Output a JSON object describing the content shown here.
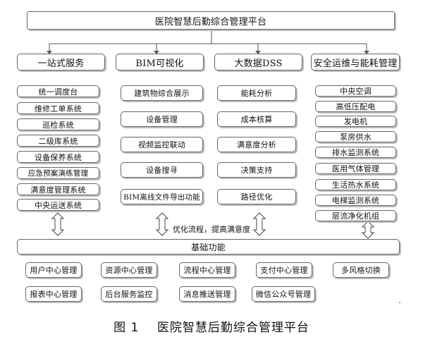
{
  "title": "医院智慧后勤综合管理平台",
  "columns": [
    {
      "header": "一站式服务",
      "items": [
        "统一调度台",
        "维修工单系统",
        "巡检系统",
        "二级库系统",
        "设备保养系统",
        "应急预案演练管理",
        "满意度管理系统",
        "中央运送系统"
      ]
    },
    {
      "header": "BIM可视化",
      "items": [
        "建筑物综合展示",
        "设备管理",
        "视频监控联动",
        "设备搜寻",
        "BIM离线文件导出功能"
      ]
    },
    {
      "header": "大数据DSS",
      "items": [
        "能耗分析",
        "成本核算",
        "满意度分析",
        "决策支持",
        "路径优化"
      ]
    },
    {
      "header": "安全运维与能耗管理",
      "items": [
        "中央空调",
        "高低压配电",
        "发电机",
        "泵房供水",
        "排水监测系统",
        "医用气体管理",
        "生活热水系统",
        "电梯监测系统",
        "层流净化机组"
      ]
    }
  ],
  "connector_label": "优化流程，提高满意度",
  "base": {
    "label": "基础功能",
    "row1": [
      "用户中心管理",
      "资源中心管理",
      "流程中心管理",
      "支付中心管理",
      "多风格切换"
    ],
    "row2": [
      "报表中心管理",
      "后台服务监控",
      "消息推送管理",
      "微信公众号管理"
    ]
  },
  "caption": "图 1    医院智慧后勤综合管理平台"
}
